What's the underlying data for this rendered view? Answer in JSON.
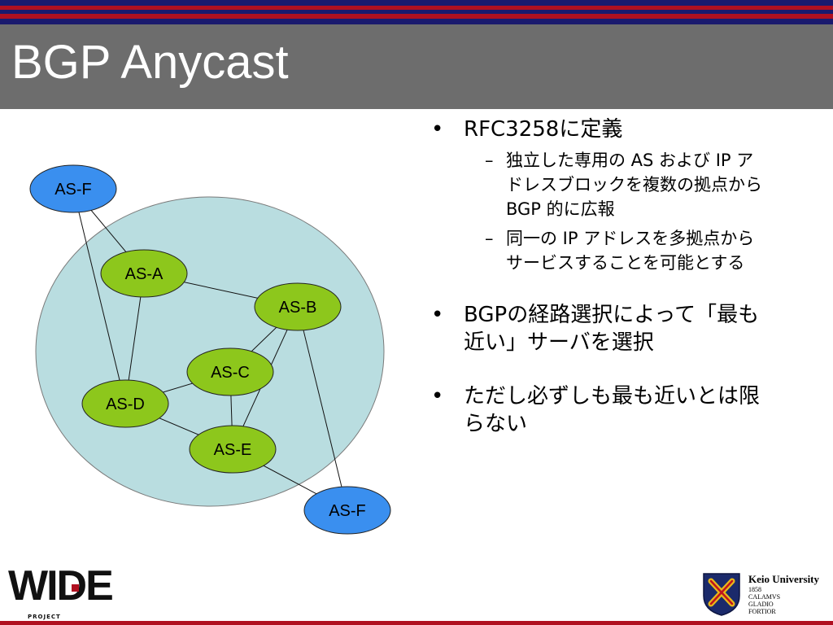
{
  "slide": {
    "title": "BGP Anycast"
  },
  "diagram": {
    "nodes": [
      {
        "id": "asf_top",
        "label": "AS-F",
        "kind": "external",
        "color": "#3a8fef"
      },
      {
        "id": "asa",
        "label": "AS-A",
        "kind": "internal",
        "color": "#8dc71c"
      },
      {
        "id": "asb",
        "label": "AS-B",
        "kind": "internal",
        "color": "#8dc71c"
      },
      {
        "id": "asc",
        "label": "AS-C",
        "kind": "internal",
        "color": "#8dc71c"
      },
      {
        "id": "asd",
        "label": "AS-D",
        "kind": "internal",
        "color": "#8dc71c"
      },
      {
        "id": "ase",
        "label": "AS-E",
        "kind": "internal",
        "color": "#8dc71c"
      },
      {
        "id": "asf_bottom",
        "label": "AS-F",
        "kind": "external",
        "color": "#3a8fef"
      }
    ],
    "edges": [
      [
        "asf_top",
        "asa"
      ],
      [
        "asf_top",
        "asd"
      ],
      [
        "asa",
        "asb"
      ],
      [
        "asa",
        "asd"
      ],
      [
        "asb",
        "asc"
      ],
      [
        "asb",
        "ase"
      ],
      [
        "asb",
        "asf_bottom"
      ],
      [
        "asc",
        "asd"
      ],
      [
        "asc",
        "ase"
      ],
      [
        "asd",
        "ase"
      ],
      [
        "ase",
        "asf_bottom"
      ]
    ],
    "cloud_color": "#b9dde0"
  },
  "bullets": [
    {
      "text": "RFC3258に定義",
      "subs": [
        {
          "lines": [
            "独立した専用の AS および IP ア",
            "ドレスブロックを複数の拠点から",
            "BGP 的に広報"
          ]
        },
        {
          "lines": [
            "同一の IP アドレスを多拠点から",
            "サービスすることを可能とする"
          ]
        }
      ]
    },
    {
      "lines": [
        "BGPの経路選択によって「最も",
        "近い」サーバを選択"
      ]
    },
    {
      "lines": [
        "ただし必ずしも最も近いとは限",
        "らない"
      ]
    }
  ],
  "footer": {
    "wide_logo_text": "WIDE",
    "wide_logo_sub": "PROJECT",
    "keio_name": "Keio University",
    "keio_year": "1858",
    "keio_motto": [
      "CALAMVS",
      "GLADIO",
      "FORTIOR"
    ]
  },
  "colors": {
    "title_bar": "#6d6d6d",
    "stripe_blue": "#1a1a6e",
    "stripe_red": "#b01020"
  }
}
